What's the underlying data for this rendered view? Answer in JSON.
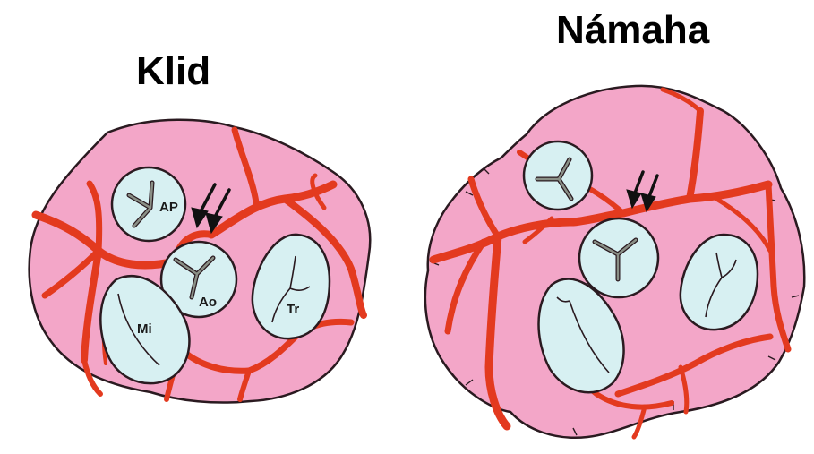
{
  "panels": [
    {
      "title": "Klid",
      "labels": {
        "pulmonary": "AP",
        "aortic": "Ao",
        "mitral": "Mi",
        "tricuspid": "Tr"
      }
    },
    {
      "title": "Námaha"
    }
  ],
  "colors": {
    "heart_fill": "#f3a6c8",
    "heart_outline": "#2a1a20",
    "vessel": "#e33a1f",
    "valve_fill": "#d7f0f2",
    "arrow": "#111111"
  }
}
